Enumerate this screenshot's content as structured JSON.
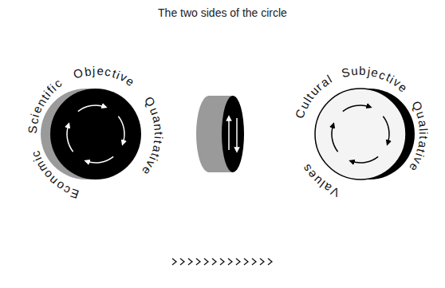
{
  "diagram": {
    "title": "The two sides of the circle",
    "nodes": [
      {
        "text": [
          "Scientific",
          "Objective",
          "Quantitative",
          "Economic"
        ]
      },
      {
        "text": [
          "Cultural",
          "Subjective",
          "Qualitative",
          "Values"
        ]
      }
    ]
  }
}
